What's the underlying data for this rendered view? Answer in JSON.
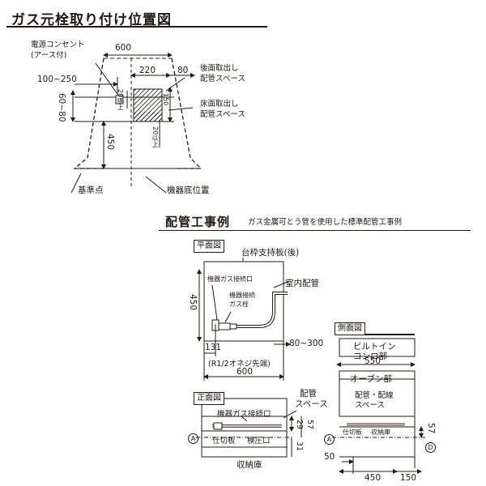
{
  "top": {
    "title": "ガス元栓取り付け位置図",
    "outlet_label": "電源コンセント",
    "outlet_sub": "(アース付)",
    "dim_600": "600",
    "dim_100_250": "100~250",
    "dim_220": "220",
    "dim_80": "80",
    "dim_60_80": "60~80",
    "dim_20_a": "20以上",
    "dim_150": "150",
    "dim_450": "450",
    "dim_20_b": "20以上",
    "rear_space_1": "後面取出し",
    "rear_space_2": "配管スペース",
    "floor_space_1": "床面取出し",
    "floor_space_2": "配管スペース",
    "base_point": "基準点",
    "bottom_pos": "機器底位置"
  },
  "example": {
    "title": "配管工事例",
    "subtitle": "ガス金属可とう管を使用した標準配管工事例"
  },
  "plan": {
    "label": "平面図",
    "support_board": "台枠支持板(後)",
    "gas_conn": "機器ガス接続口",
    "indoor_pipe": "室内配管",
    "gas_cock_1": "機器接続",
    "gas_cock_2": "ガス栓",
    "dim_450": "450",
    "dim_131": "131",
    "dim_80_300": "80~300",
    "thread": "(R1/2オネジ先端)",
    "dim_600": "600"
  },
  "side": {
    "label": "側面図",
    "builtin_1": "ビルトイン",
    "builtin_2": "コンロ部",
    "dim_550": "550",
    "oven": "オーブン部",
    "space_1": "配管・配線",
    "space_2": "スペース",
    "partition": "仕切板",
    "storage": "収納庫",
    "dim_57": "57",
    "marker_d": "D",
    "marker_a": "A",
    "dim_50": "50",
    "dim_450": "450",
    "dim_150": "150"
  },
  "front": {
    "label": "正面図",
    "gas_conn": "機器ガス接続口",
    "pipe_space_1": "配管",
    "pipe_space_2": "スペース",
    "partition": "仕切板",
    "pressure_port": "検圧口",
    "storage": "収納庫",
    "marker_a": "A",
    "dim_29": "29",
    "dim_57": "57",
    "dim_31": "31"
  }
}
